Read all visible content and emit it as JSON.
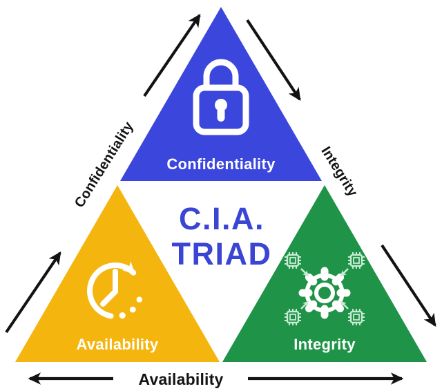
{
  "diagram": {
    "name": "CIA Triad",
    "title_line1": "C.I.A.",
    "title_line2": "TRIAD"
  },
  "triangles": {
    "confidentiality": {
      "label": "Confidentiality",
      "color": "#3B46DD",
      "icon": "lock-icon"
    },
    "availability": {
      "label": "Availability",
      "color": "#F5B50F",
      "icon": "clock-history-icon"
    },
    "integrity": {
      "label": "Integrity",
      "color": "#1F9347",
      "icon": "gear-chips-icon"
    }
  },
  "edge_labels": {
    "left": "Confidentiality",
    "right": "Integrity",
    "bottom": "Availability"
  },
  "colors": {
    "background": "#FFFFFF",
    "arrow_black": "#131313",
    "icon_white": "#FFFFFF",
    "chip_pale": "#C9EAD5",
    "title_blue": "#3A45D3",
    "inner_label_white": "#FFFFFF"
  }
}
